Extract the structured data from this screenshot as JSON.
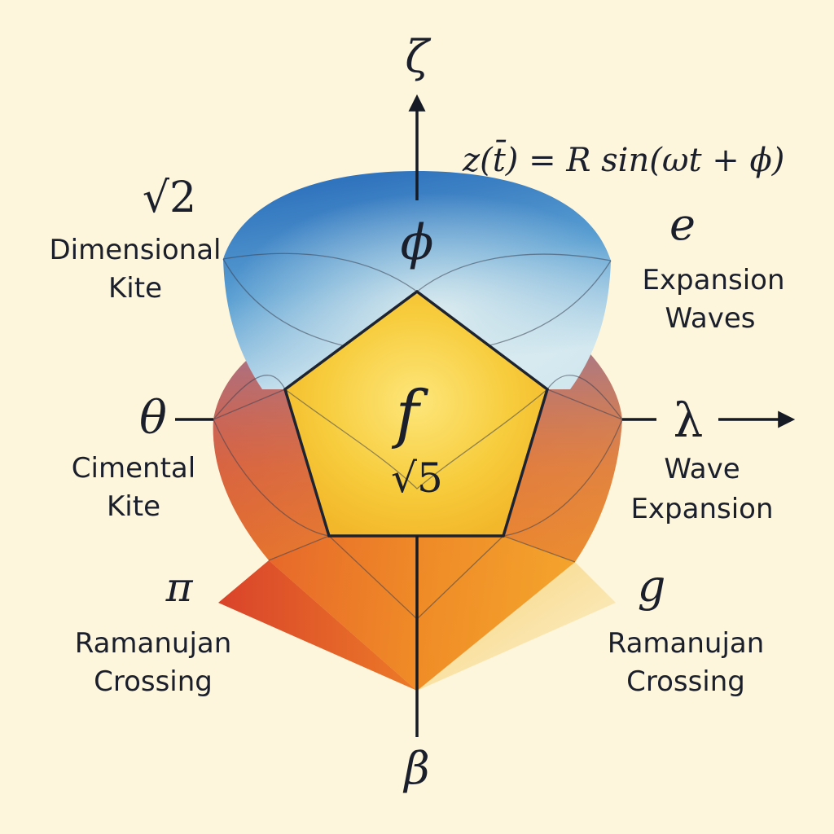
{
  "axes": {
    "top": "ζ",
    "bottom": "β",
    "right": "λ",
    "left": "θ"
  },
  "formula": {
    "lhs": "z(",
    "var": "t̄",
    "rhs": ") = R sin(ωt + ϕ)"
  },
  "center": {
    "function_symbol": "f",
    "root": "√5"
  },
  "top_region_symbol": "ϕ",
  "corners": {
    "top_left": {
      "symbol": "√2",
      "line1": "Dimensional",
      "line2": "Kite"
    },
    "top_right": {
      "symbol": "e",
      "line1": "Expansion",
      "line2": "Waves"
    },
    "mid_left": {
      "symbol": "θ",
      "line1": "Cimental",
      "line2": "Kite"
    },
    "mid_right": {
      "symbol": "λ",
      "line1": "Wave",
      "line2": "Expansion"
    },
    "bottom_left": {
      "symbol": "π",
      "line1": "Ramanujan",
      "line2": "Crossing"
    },
    "bottom_right": {
      "symbol": "g",
      "line1": "Ramanujan",
      "line2": "Crossing"
    }
  },
  "colors": {
    "background": "#fdf6dc",
    "blue": "#2f78c4",
    "light_blue": "#b9dbea",
    "pentagon_yellow": "#f6c73a",
    "orange": "#ee8a24",
    "red_orange": "#de4a26",
    "ink": "#1a1f2b"
  }
}
